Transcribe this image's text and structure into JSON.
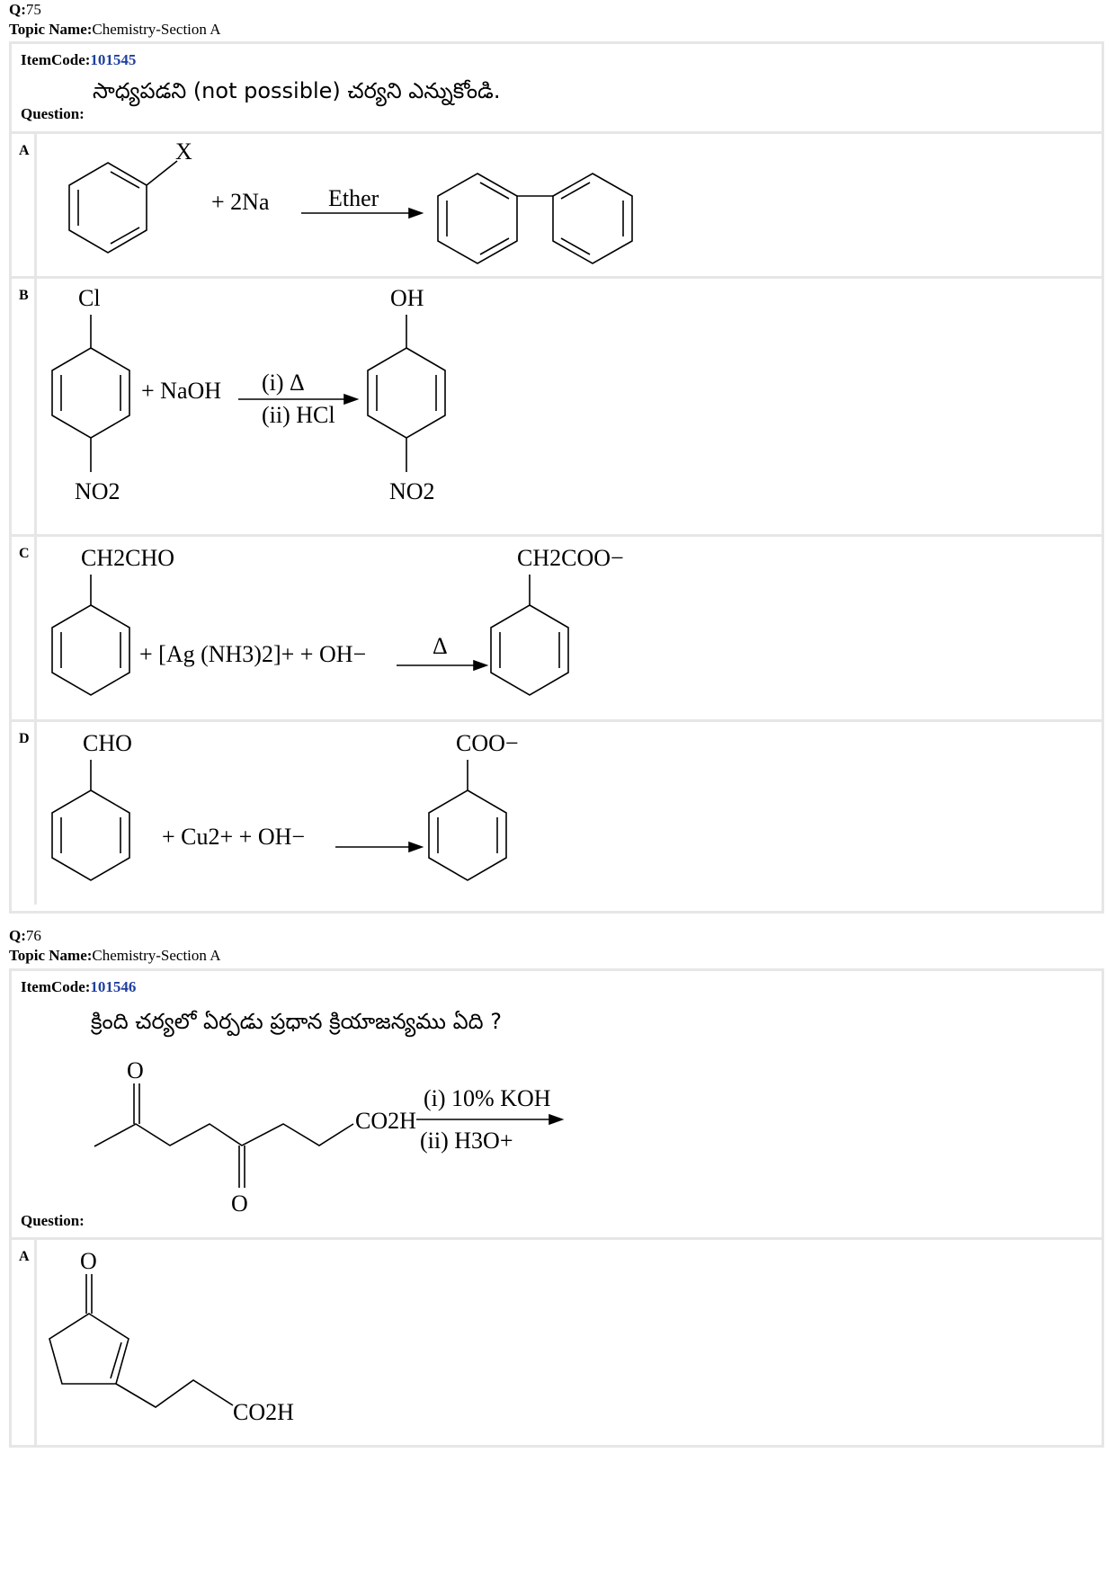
{
  "q75": {
    "q_prefix": "Q:",
    "q_number": "75",
    "topic_label": "Topic Name:",
    "topic_value": "Chemistry-Section A",
    "itemcode_label": "ItemCode:",
    "itemcode_value": "101545",
    "question_label": "Question:",
    "question_text": "సాధ్యపడని (not possible) చర్యని ఎన్నుకోండి.",
    "options": [
      {
        "label": "A",
        "substituent": "X",
        "reagent": "+ 2Na",
        "condition": "Ether"
      },
      {
        "label": "B",
        "substituent_top": "Cl",
        "substituent_bottom": "NO2",
        "reagent": "+ NaOH",
        "cond1": "(i) Δ",
        "cond2": "(ii) HCl",
        "product_top": "OH",
        "product_bottom": "NO2"
      },
      {
        "label": "C",
        "substituent": "CH2CHO",
        "reagent": "+  [Ag (NH3)2]+ + OH−",
        "condition": "Δ",
        "product": "CH2COO−"
      },
      {
        "label": "D",
        "substituent": "CHO",
        "reagent": "+  Cu2+ + OH−",
        "product": "COO−"
      }
    ]
  },
  "q76": {
    "q_prefix": "Q:",
    "q_number": "76",
    "topic_label": "Topic Name:",
    "topic_value": "Chemistry-Section A",
    "itemcode_label": "ItemCode:",
    "itemcode_value": "101546",
    "question_label": "Question:",
    "question_text": "క్రింది చర్యలో ఏర్పడు ప్రధాన క్రియాజన్యము ఏది ?",
    "scheme": {
      "group": "CO2H",
      "cond1": "(i) 10% KOH",
      "cond2": "(ii) H3O+",
      "oxygen": "O"
    },
    "options": [
      {
        "label": "A",
        "oxygen": "O",
        "group": "CO2H"
      }
    ]
  }
}
